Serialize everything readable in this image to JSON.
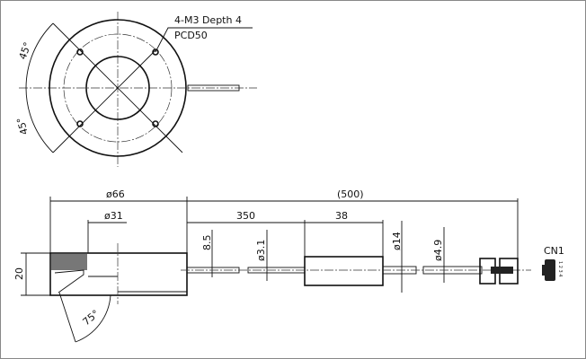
{
  "top_view": {
    "hole_callout": "4-M3 Depth 4",
    "pcd_callout": "PCD50",
    "angle_upper": "45°",
    "angle_lower": "45°"
  },
  "side_view": {
    "dim_outer_diameter": "ø66",
    "dim_inner_diameter": "ø31",
    "dim_height": "20",
    "dim_total_cable": "(500)",
    "dim_cable_length": "350",
    "dim_cable_offset": "8.5",
    "dim_cable_diameter": "ø3.1",
    "dim_box_length": "38",
    "dim_box_diameter": "ø14",
    "dim_tail_diameter": "ø4.9",
    "angle_light": "75°"
  },
  "connector": {
    "label": "CN1",
    "pins": "1 2 3 4"
  }
}
